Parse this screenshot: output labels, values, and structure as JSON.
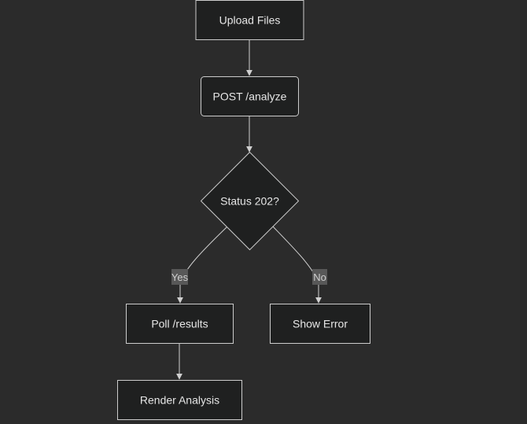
{
  "nodes": {
    "upload": {
      "label": "Upload Files"
    },
    "post": {
      "label": "POST /analyze"
    },
    "status": {
      "label": "Status 202?"
    },
    "poll": {
      "label": "Poll /results"
    },
    "error": {
      "label": "Show Error"
    },
    "render": {
      "label": "Render Analysis"
    }
  },
  "edges": {
    "yes": {
      "label": "Yes"
    },
    "no": {
      "label": "No"
    }
  },
  "colors": {
    "background": "#2b2b2b",
    "node_fill": "#1f2020",
    "node_stroke": "#cccccc",
    "edge": "#d0d0d0",
    "edge_label_bg": "#585858",
    "text": "#e6e6e6"
  }
}
